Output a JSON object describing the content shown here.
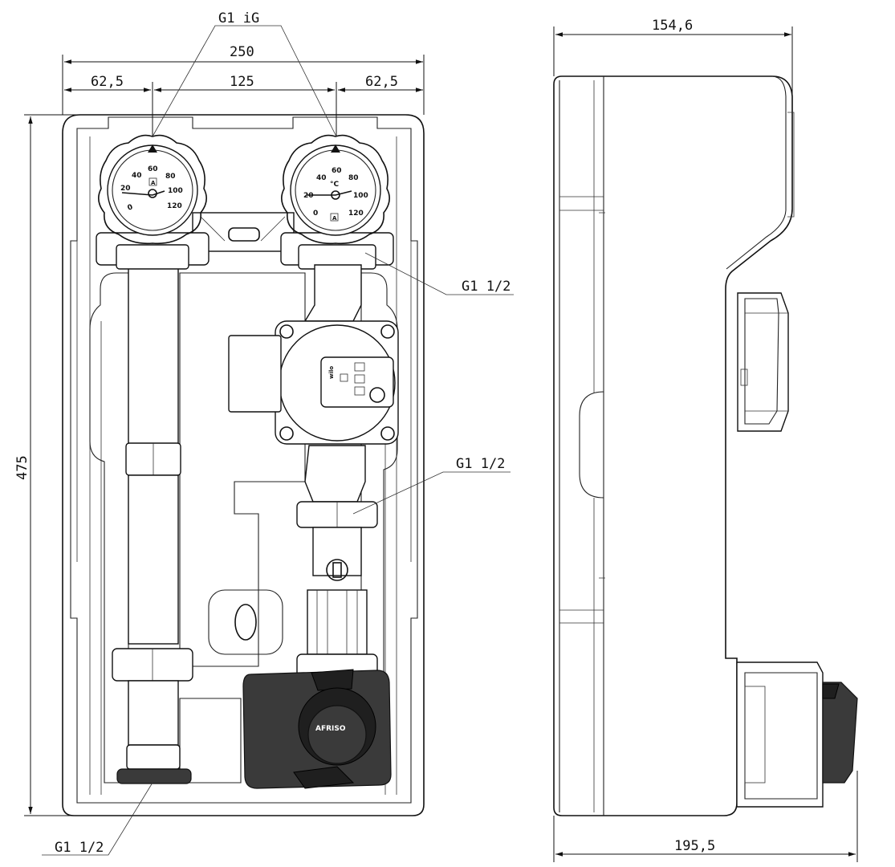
{
  "front_view": {
    "dimensions": {
      "overall_width": "250",
      "left_offset": "62,5",
      "center_spacing": "125",
      "right_offset": "62,5",
      "height": "475"
    },
    "connections": {
      "top_thread": "G1 iG",
      "right_upper_thread": "G1 1/2",
      "right_lower_thread": "G1 1/2",
      "bottom_thread": "G1 1/2"
    },
    "left_gauge": {
      "scale": [
        "0",
        "20",
        "40",
        "60",
        "80",
        "100",
        "120"
      ],
      "badge": "A"
    },
    "right_gauge": {
      "scale": [
        "0",
        "20",
        "40",
        "60",
        "80",
        "100",
        "120"
      ],
      "unit": "°C",
      "badge": "A"
    },
    "pump": {
      "brand": "wilo"
    },
    "actuator": {
      "brand": "AFRISO"
    }
  },
  "side_view": {
    "dimensions": {
      "top_depth": "154,6",
      "bottom_depth": "195,5"
    }
  }
}
